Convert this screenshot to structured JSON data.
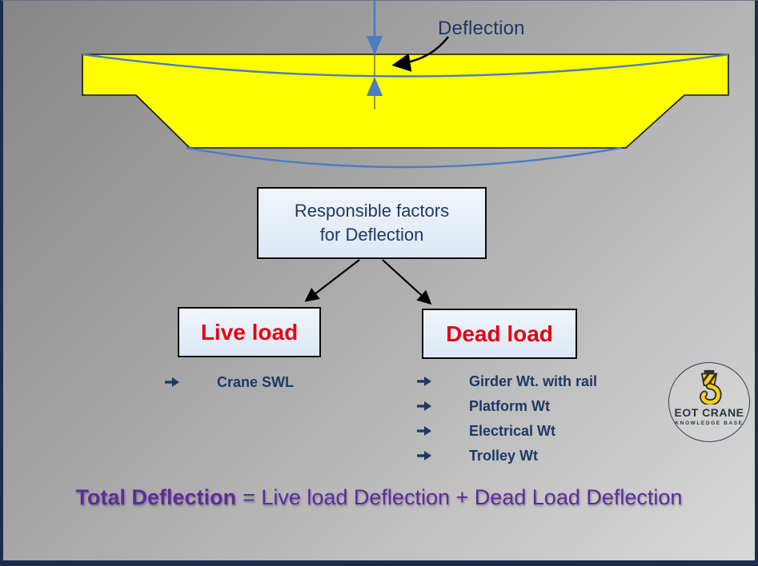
{
  "slide": {
    "deflection_label": "Deflection",
    "formula": {
      "lead": "Total Deflection",
      "rest": "= Live load Deflection + Dead Load Deflection"
    }
  },
  "flowchart": {
    "root": {
      "line1": "Responsible factors",
      "line2": "for Deflection"
    },
    "live": {
      "label": "Live load",
      "items": [
        "Crane SWL"
      ]
    },
    "dead": {
      "label": "Dead load",
      "items": [
        "Girder Wt. with rail",
        "Platform Wt",
        "Electrical Wt",
        "Trolley Wt"
      ]
    }
  },
  "logo": {
    "title": "EOT CRANE",
    "subtitle": "KNOWLEDGE BASE"
  },
  "colors": {
    "navy_text": "#1F3864",
    "load_red": "#E20613",
    "formula_purple": "#5F2AA0",
    "girder_yellow": "#FFFF00",
    "curve_blue": "#4D7CC0",
    "frame_navy": "#1D2B4F",
    "box_fill": "#DDE7F4"
  }
}
